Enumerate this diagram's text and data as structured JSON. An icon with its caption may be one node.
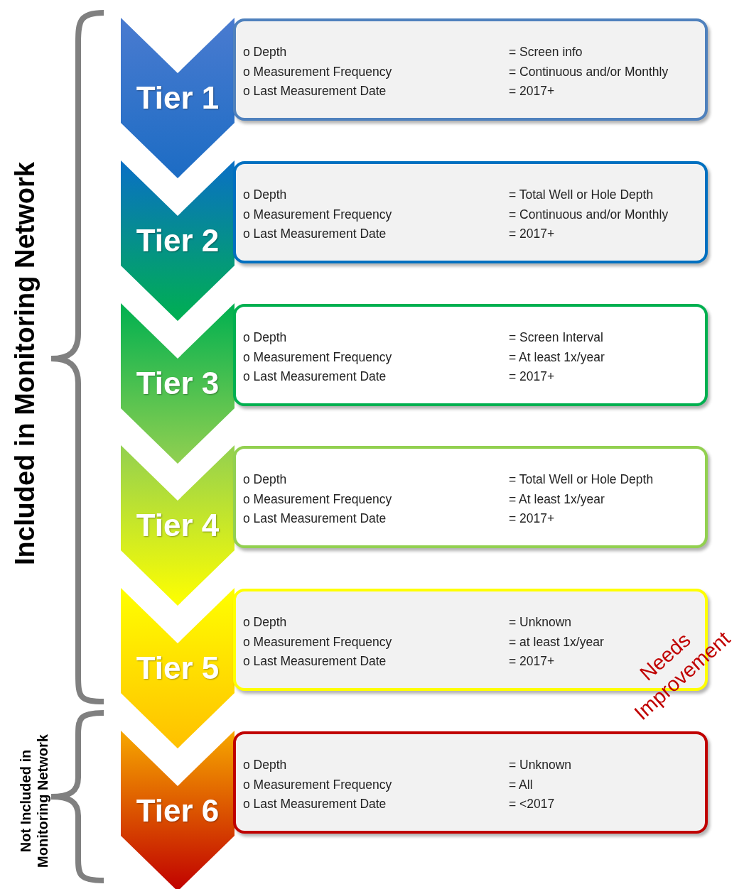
{
  "diagram": {
    "nodes": [
      {
        "text": [
          "Tier 1"
        ]
      },
      {
        "text": [
          "o Depth",
          "o Measurement Frequency",
          "o Last Measurement Date",
          "= Screen info",
          "= Continuous and/or Monthly",
          "= 2017+"
        ]
      },
      {
        "text": [
          "Tier 2"
        ]
      },
      {
        "text": [
          "o Depth",
          "o Measurement Frequency",
          "o Last Measurement Date",
          "= Total Well or Hole Depth",
          "= Continuous and/or Monthly",
          "= 2017+"
        ]
      },
      {
        "text": [
          "Tier 3"
        ]
      },
      {
        "text": [
          "o Depth",
          "o Measurement Frequency",
          "o Last Measurement Date",
          "= Screen Interval",
          "= At least 1x/year",
          "= 2017+"
        ]
      },
      {
        "text": [
          "Tier 4"
        ]
      },
      {
        "text": [
          "o Depth",
          "o Measurement Frequency",
          "o Last Measurement Date",
          "= Total Well or Hole Depth",
          "= At least 1x/year",
          "= 2017+"
        ]
      },
      {
        "text": [
          "Tier 5"
        ]
      },
      {
        "text": [
          "o Depth",
          "o Measurement Frequency",
          "o Last Measurement Date",
          "= Unknown",
          "= at least 1x/year",
          "= 2017+"
        ]
      },
      {
        "text": [
          "Tier 6"
        ]
      },
      {
        "text": [
          "o Depth",
          "o Measurement Frequency",
          "o Last Measurement Date",
          "= Unknown",
          "= All",
          "= <2017"
        ]
      }
    ],
    "labels": [
      "Included in Monitoring Network",
      "Not Included in Monitoring Network",
      "Needs Improvement"
    ]
  }
}
